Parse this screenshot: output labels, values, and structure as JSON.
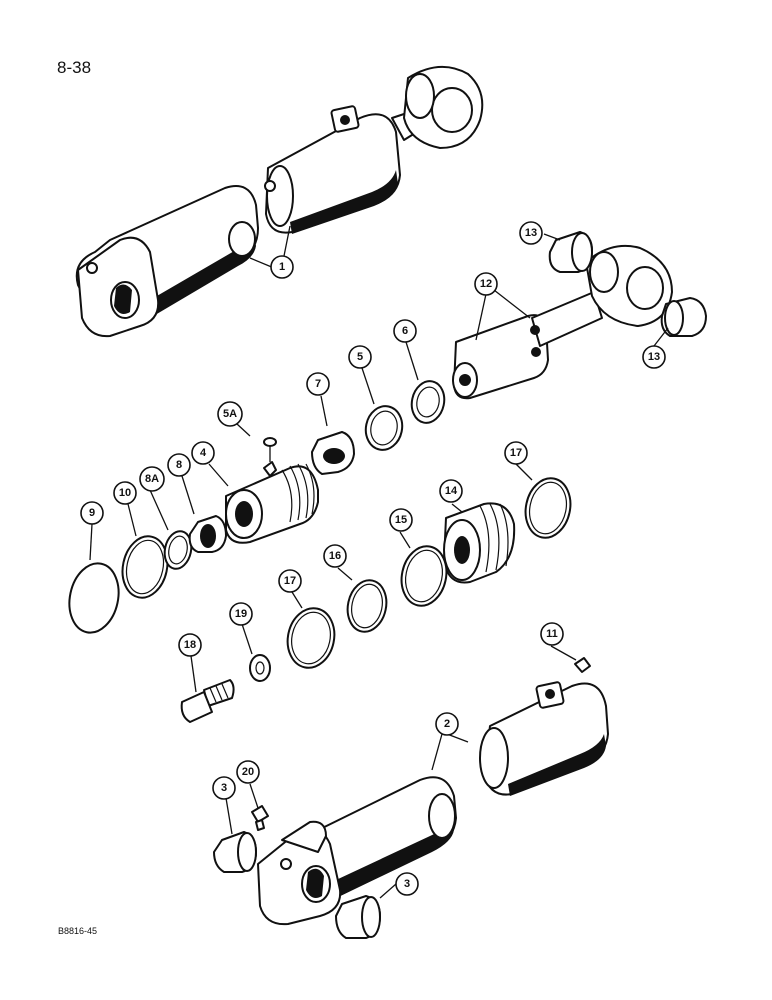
{
  "page_number": "8-38",
  "figure_code": "B8816-45",
  "callouts": {
    "c1": "1",
    "c2": "2",
    "c3a": "3",
    "c3b": "3",
    "c4": "4",
    "c5": "5",
    "c5a": "5A",
    "c6": "6",
    "c7": "7",
    "c8": "8",
    "c8a": "8A",
    "c9": "9",
    "c10": "10",
    "c11": "11",
    "c12": "12",
    "c13a": "13",
    "c13b": "13",
    "c14": "14",
    "c15": "15",
    "c16": "16",
    "c17a": "17",
    "c17b": "17",
    "c18": "18",
    "c19": "19",
    "c20": "20"
  }
}
